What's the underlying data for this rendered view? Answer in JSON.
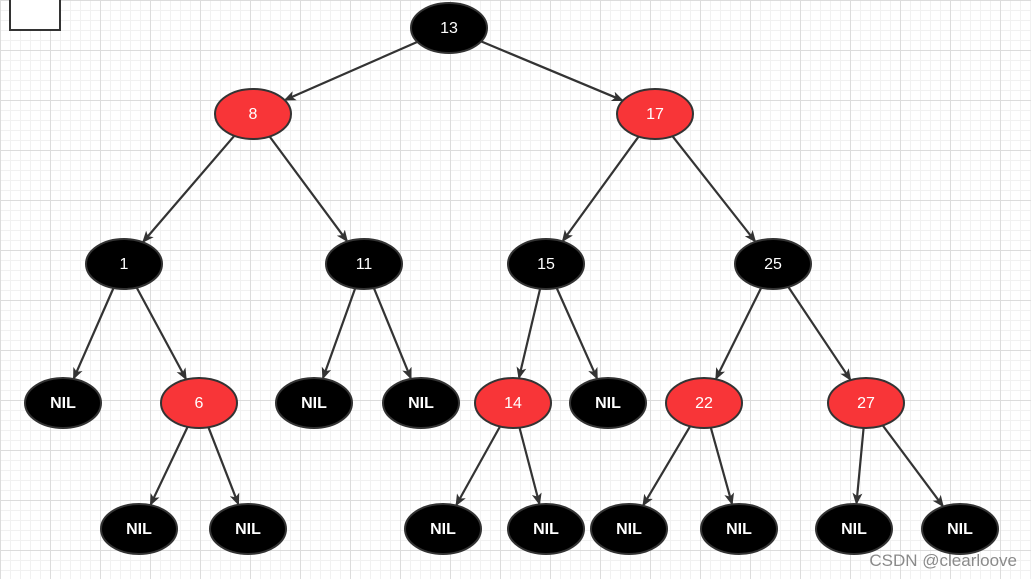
{
  "colors": {
    "black_node": "#000000",
    "red_node": "#f83538",
    "edge": "#333333",
    "label": "#ffffff"
  },
  "nodes": [
    {
      "id": "n13",
      "label": "13",
      "color": "black"
    },
    {
      "id": "n8",
      "label": "8",
      "color": "red"
    },
    {
      "id": "n17",
      "label": "17",
      "color": "red"
    },
    {
      "id": "n1",
      "label": "1",
      "color": "black"
    },
    {
      "id": "n11",
      "label": "11",
      "color": "black"
    },
    {
      "id": "n15",
      "label": "15",
      "color": "black"
    },
    {
      "id": "n25",
      "label": "25",
      "color": "black"
    },
    {
      "id": "nil1",
      "label": "NIL",
      "color": "black"
    },
    {
      "id": "n6",
      "label": "6",
      "color": "red"
    },
    {
      "id": "nil2",
      "label": "NIL",
      "color": "black"
    },
    {
      "id": "nil3",
      "label": "NIL",
      "color": "black"
    },
    {
      "id": "n14",
      "label": "14",
      "color": "red"
    },
    {
      "id": "nil4",
      "label": "NIL",
      "color": "black"
    },
    {
      "id": "n22",
      "label": "22",
      "color": "red"
    },
    {
      "id": "n27",
      "label": "27",
      "color": "red"
    },
    {
      "id": "nil5",
      "label": "NIL",
      "color": "black"
    },
    {
      "id": "nil6",
      "label": "NIL",
      "color": "black"
    },
    {
      "id": "nil7",
      "label": "NIL",
      "color": "black"
    },
    {
      "id": "nil8",
      "label": "NIL",
      "color": "black"
    },
    {
      "id": "nil9",
      "label": "NIL",
      "color": "black"
    },
    {
      "id": "nil10",
      "label": "NIL",
      "color": "black"
    },
    {
      "id": "nil11",
      "label": "NIL",
      "color": "black"
    },
    {
      "id": "nil12",
      "label": "NIL",
      "color": "black"
    }
  ],
  "edges": [
    [
      "n13",
      "n8"
    ],
    [
      "n13",
      "n17"
    ],
    [
      "n8",
      "n1"
    ],
    [
      "n8",
      "n11"
    ],
    [
      "n17",
      "n15"
    ],
    [
      "n17",
      "n25"
    ],
    [
      "n1",
      "nil1"
    ],
    [
      "n1",
      "n6"
    ],
    [
      "n11",
      "nil2"
    ],
    [
      "n11",
      "nil3"
    ],
    [
      "n15",
      "n14"
    ],
    [
      "n15",
      "nil4"
    ],
    [
      "n25",
      "n22"
    ],
    [
      "n25",
      "n27"
    ],
    [
      "n6",
      "nil5"
    ],
    [
      "n6",
      "nil6"
    ],
    [
      "n14",
      "nil7"
    ],
    [
      "n14",
      "nil8"
    ],
    [
      "n22",
      "nil9"
    ],
    [
      "n22",
      "nil10"
    ],
    [
      "n27",
      "nil11"
    ],
    [
      "n27",
      "nil12"
    ]
  ],
  "watermark": "CSDN @clearloove"
}
